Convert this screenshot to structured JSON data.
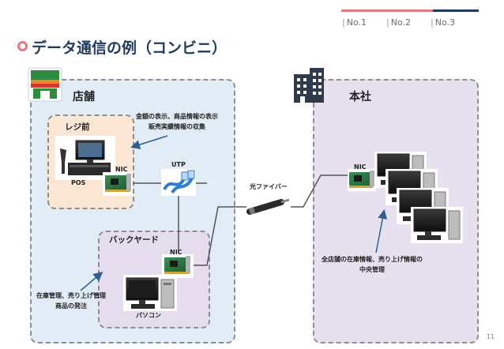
{
  "nav": {
    "items": [
      "No.1",
      "No.2",
      "No.3"
    ],
    "separator": "|",
    "colors": {
      "no1": "#e47a80",
      "no2": "#e47a80",
      "no3": "#1f3a5f"
    }
  },
  "title": "データ通信の例（コンビニ）",
  "zones": {
    "store": "店舗",
    "hq": "本社",
    "register": "レジ前",
    "backyard": "バックヤード"
  },
  "devices": {
    "pos": "POS",
    "nic_pos": "NIC",
    "utp": "UTP",
    "nic_backyard": "NIC",
    "pc": "パソコン",
    "fiber": "光ファイバー",
    "nic_hq": "NIC"
  },
  "notes": {
    "pos_note": [
      "金額の表示、商品情報の表示",
      "販売実績情報の収集"
    ],
    "backyard_note": [
      "在庫管理、売り上げ管理",
      "商品の発注"
    ],
    "hq_note": [
      "全店舗の在庫情報、売り上げ情報の",
      "中央管理"
    ]
  },
  "page_number": "11",
  "icons": [
    "convenience-store-icon",
    "office-building-icon",
    "pos-register-icon",
    "nic-card-icon",
    "utp-cable-icon",
    "fiber-cable-icon",
    "desktop-pc-icon",
    "arrow-icon"
  ]
}
